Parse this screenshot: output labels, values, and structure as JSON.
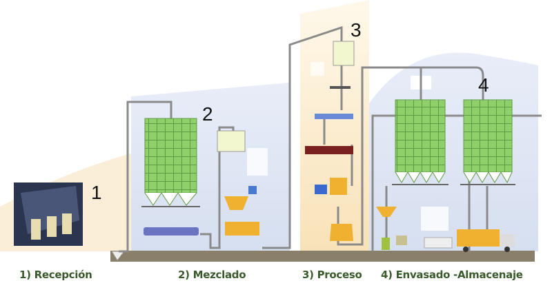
{
  "diagram": {
    "steps": [
      {
        "number": "1",
        "label": "1) Recepción"
      },
      {
        "number": "2",
        "label": "2) Mezclado"
      },
      {
        "number": "3",
        "label": "3) Proceso"
      },
      {
        "number": "4",
        "label": "4) Envasado -Almacenaje"
      }
    ],
    "colors": {
      "silo": "#8fd06a",
      "pipe": "#8a8a8a",
      "ground": "#8a7f6a",
      "building": "#dfe6f3",
      "tower": "#fbe9c8",
      "machine": "#f0b030",
      "label": "#3a5a2c"
    }
  }
}
